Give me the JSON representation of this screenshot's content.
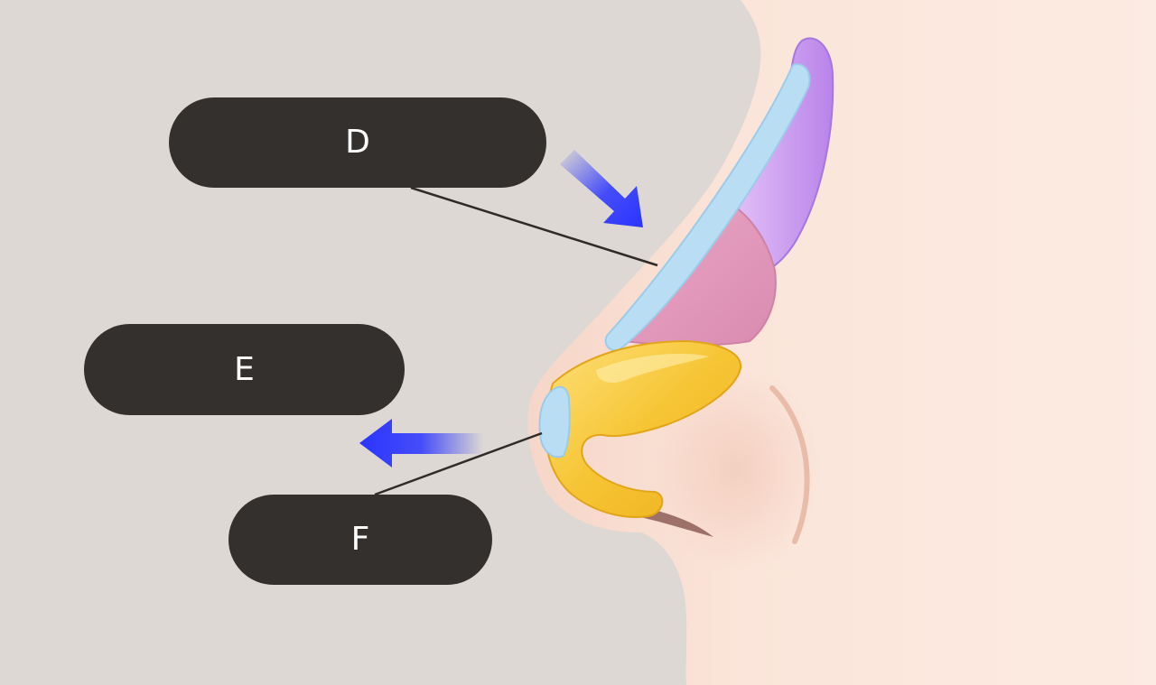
{
  "labels": {
    "d": "D",
    "e": "E",
    "f": "F"
  },
  "colors": {
    "background": "#ddd8d3",
    "skin": "#fbe3d8",
    "label_pill": "#34302e",
    "label_text": "#ffffff",
    "arrow": "#2a34ff",
    "implant_blue": "#b9def4",
    "cartilage_purple": "#cfa3ef",
    "cartilage_pink": "#e39abb",
    "cartilage_yellow": "#f4bf2a"
  },
  "icons": {
    "arrow_d": "arrow-down-right-icon",
    "arrow_e": "arrow-left-icon"
  }
}
